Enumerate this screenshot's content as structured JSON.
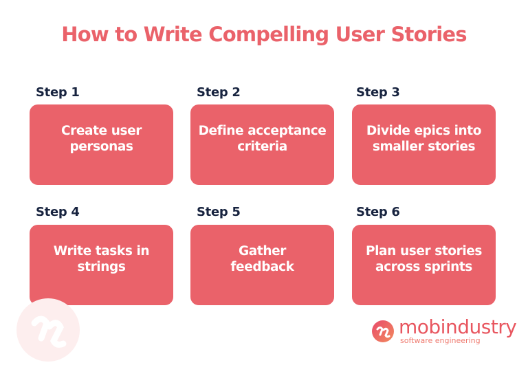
{
  "title": "How to Write Compelling User Stories",
  "colors": {
    "accent": "#ea626a",
    "label": "#17233f",
    "card_text": "#ffffff"
  },
  "steps": [
    {
      "label": "Step 1",
      "text": "Create user personas"
    },
    {
      "label": "Step 2",
      "text": "Define acceptance criteria"
    },
    {
      "label": "Step 3",
      "text": "Divide epics into smaller stories"
    },
    {
      "label": "Step 4",
      "text": "Write tasks in strings"
    },
    {
      "label": "Step 5",
      "text": "Gather feedback"
    },
    {
      "label": "Step 6",
      "text": "Plan user stories across sprints"
    }
  ],
  "steps_lines": [
    [
      "Create user",
      "personas"
    ],
    [
      "Define acceptance",
      "criteria"
    ],
    [
      "Divide epics into",
      "smaller stories"
    ],
    [
      "Write tasks in",
      "strings"
    ],
    [
      "Gather",
      "feedback"
    ],
    [
      "Plan user stories",
      "across sprints"
    ]
  ],
  "logo": {
    "name": "mobindustry",
    "tagline": "software engineering",
    "icon": "mobindustry-logo-icon"
  }
}
